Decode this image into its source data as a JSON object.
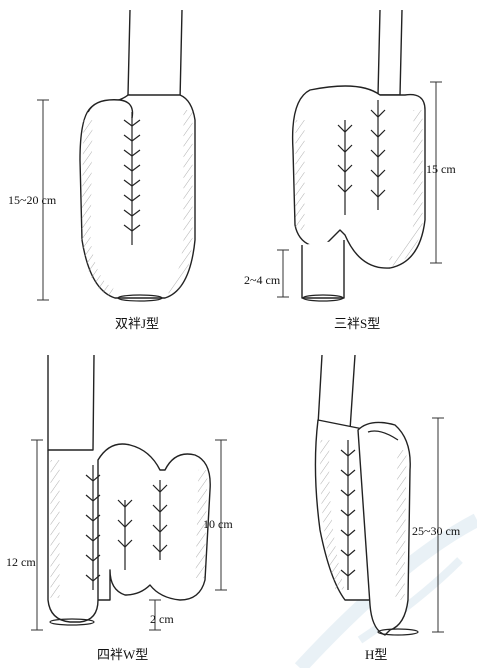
{
  "panels": [
    {
      "caption": "双袢J型",
      "measure": "15~20 cm"
    },
    {
      "caption": "三袢S型",
      "measure_main": "15 cm",
      "measure_stub": "2~4 cm"
    },
    {
      "caption": "四袢W型",
      "measure_left": "12 cm",
      "measure_right": "10 cm",
      "measure_stub": "2 cm"
    },
    {
      "caption": "H型",
      "measure": "25~30 cm"
    }
  ],
  "colors": {
    "ink": "#222222",
    "watermark": "#cfe0ea"
  }
}
